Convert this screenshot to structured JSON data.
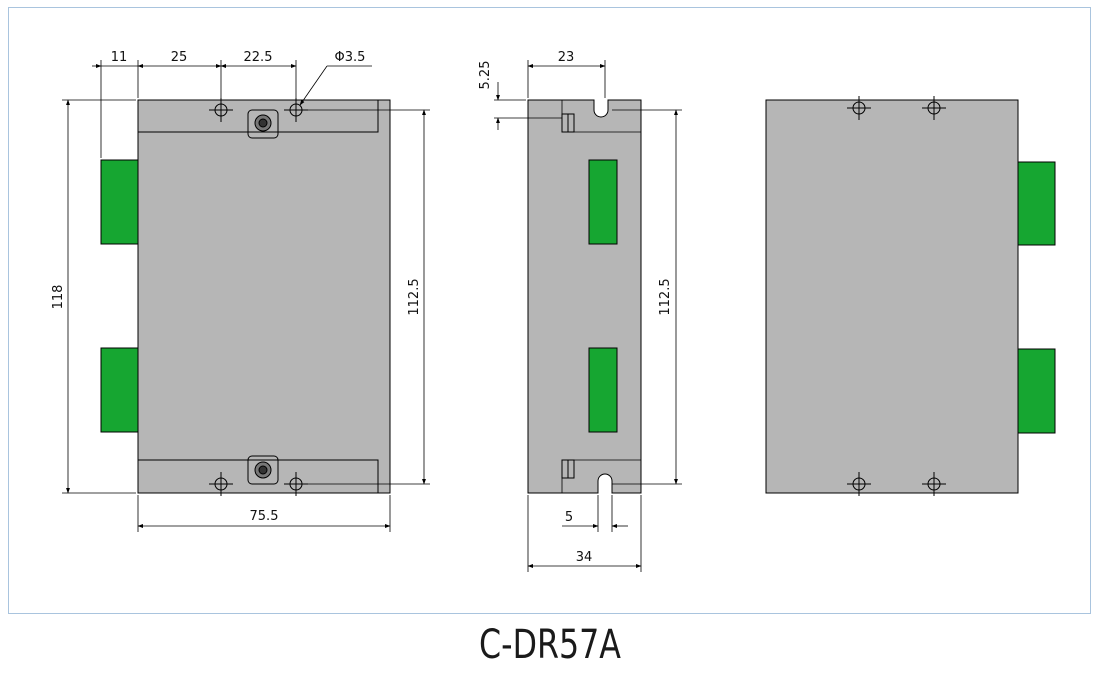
{
  "title": "C-DR57A",
  "colors": {
    "body": "#b6b6b6",
    "connector": "#16a631",
    "frame": "#a9c4de",
    "line": "#000000"
  },
  "front_view": {
    "dim_11": "11",
    "dim_25": "25",
    "dim_22_5": "22.5",
    "dim_hole": "Φ3.5",
    "dim_height_118": "118",
    "dim_height_112_5": "112.5",
    "dim_width_75_5": "75.5"
  },
  "side_view": {
    "dim_23": "23",
    "dim_5_25": "5.25",
    "dim_112_5": "112.5",
    "dim_5": "5",
    "dim_34": "34"
  },
  "back_view": {}
}
